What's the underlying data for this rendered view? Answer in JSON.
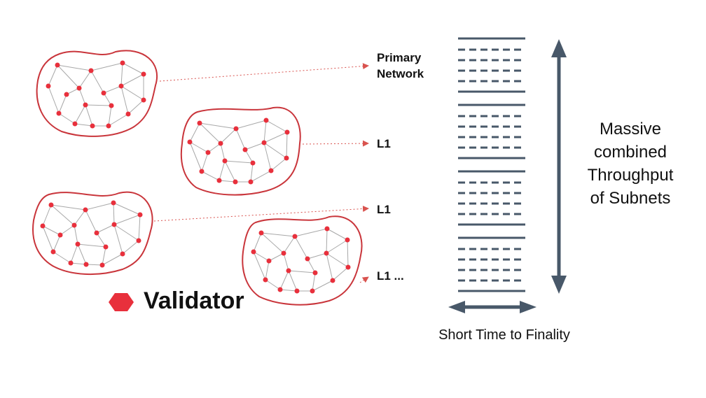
{
  "labels": {
    "primary_line1": "Primary",
    "primary_line2": "Network",
    "l1_a": "L1",
    "l1_b": "L1",
    "l1_c": "L1 ..."
  },
  "legend": {
    "text": "Validator",
    "icon": "hexagon-icon"
  },
  "throughput": {
    "lines": [
      "Massive",
      "combined",
      "Throughput",
      "of Subnets"
    ]
  },
  "finality": {
    "text": "Short Time to Finality"
  },
  "colors": {
    "validator": "#e8303c",
    "network_outline": "#c9353b",
    "edge": "#a8a8a8",
    "block": "#485869",
    "arrow": "#485869",
    "connector": "#d9534f"
  }
}
